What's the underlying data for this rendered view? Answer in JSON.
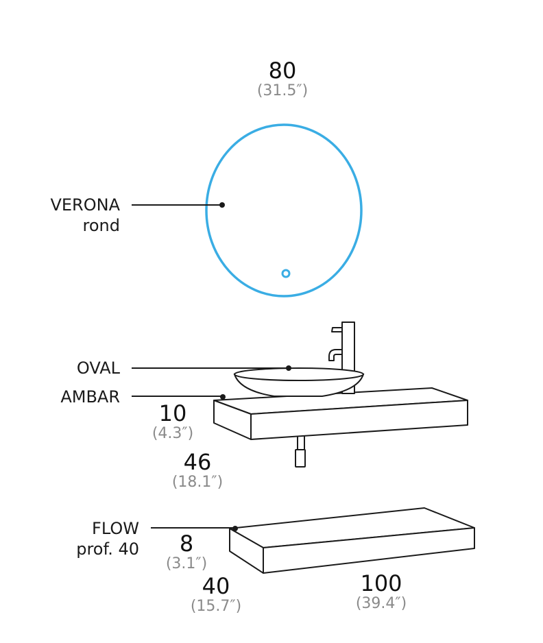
{
  "colors": {
    "line": "#1a1a1a",
    "mirror": "#3aade4",
    "sub_text": "#8a8a8a"
  },
  "labels": {
    "verona": {
      "line1": "VERONA",
      "line2": "rond"
    },
    "oval": "OVAL",
    "ambar": "AMBAR",
    "flow": {
      "line1": "FLOW",
      "line2": "prof. 40"
    }
  },
  "dimensions": {
    "mirror_width": {
      "value": "80",
      "inches": "(31.5″)"
    },
    "ambar_height": {
      "value": "10",
      "inches": "(4.3″)"
    },
    "ambar_depth": {
      "value": "46",
      "inches": "(18.1″)"
    },
    "flow_height": {
      "value": "8",
      "inches": "(3.1″)"
    },
    "flow_depth": {
      "value": "40",
      "inches": "(15.7″)"
    },
    "flow_width": {
      "value": "100",
      "inches": "(39.4″)"
    }
  }
}
